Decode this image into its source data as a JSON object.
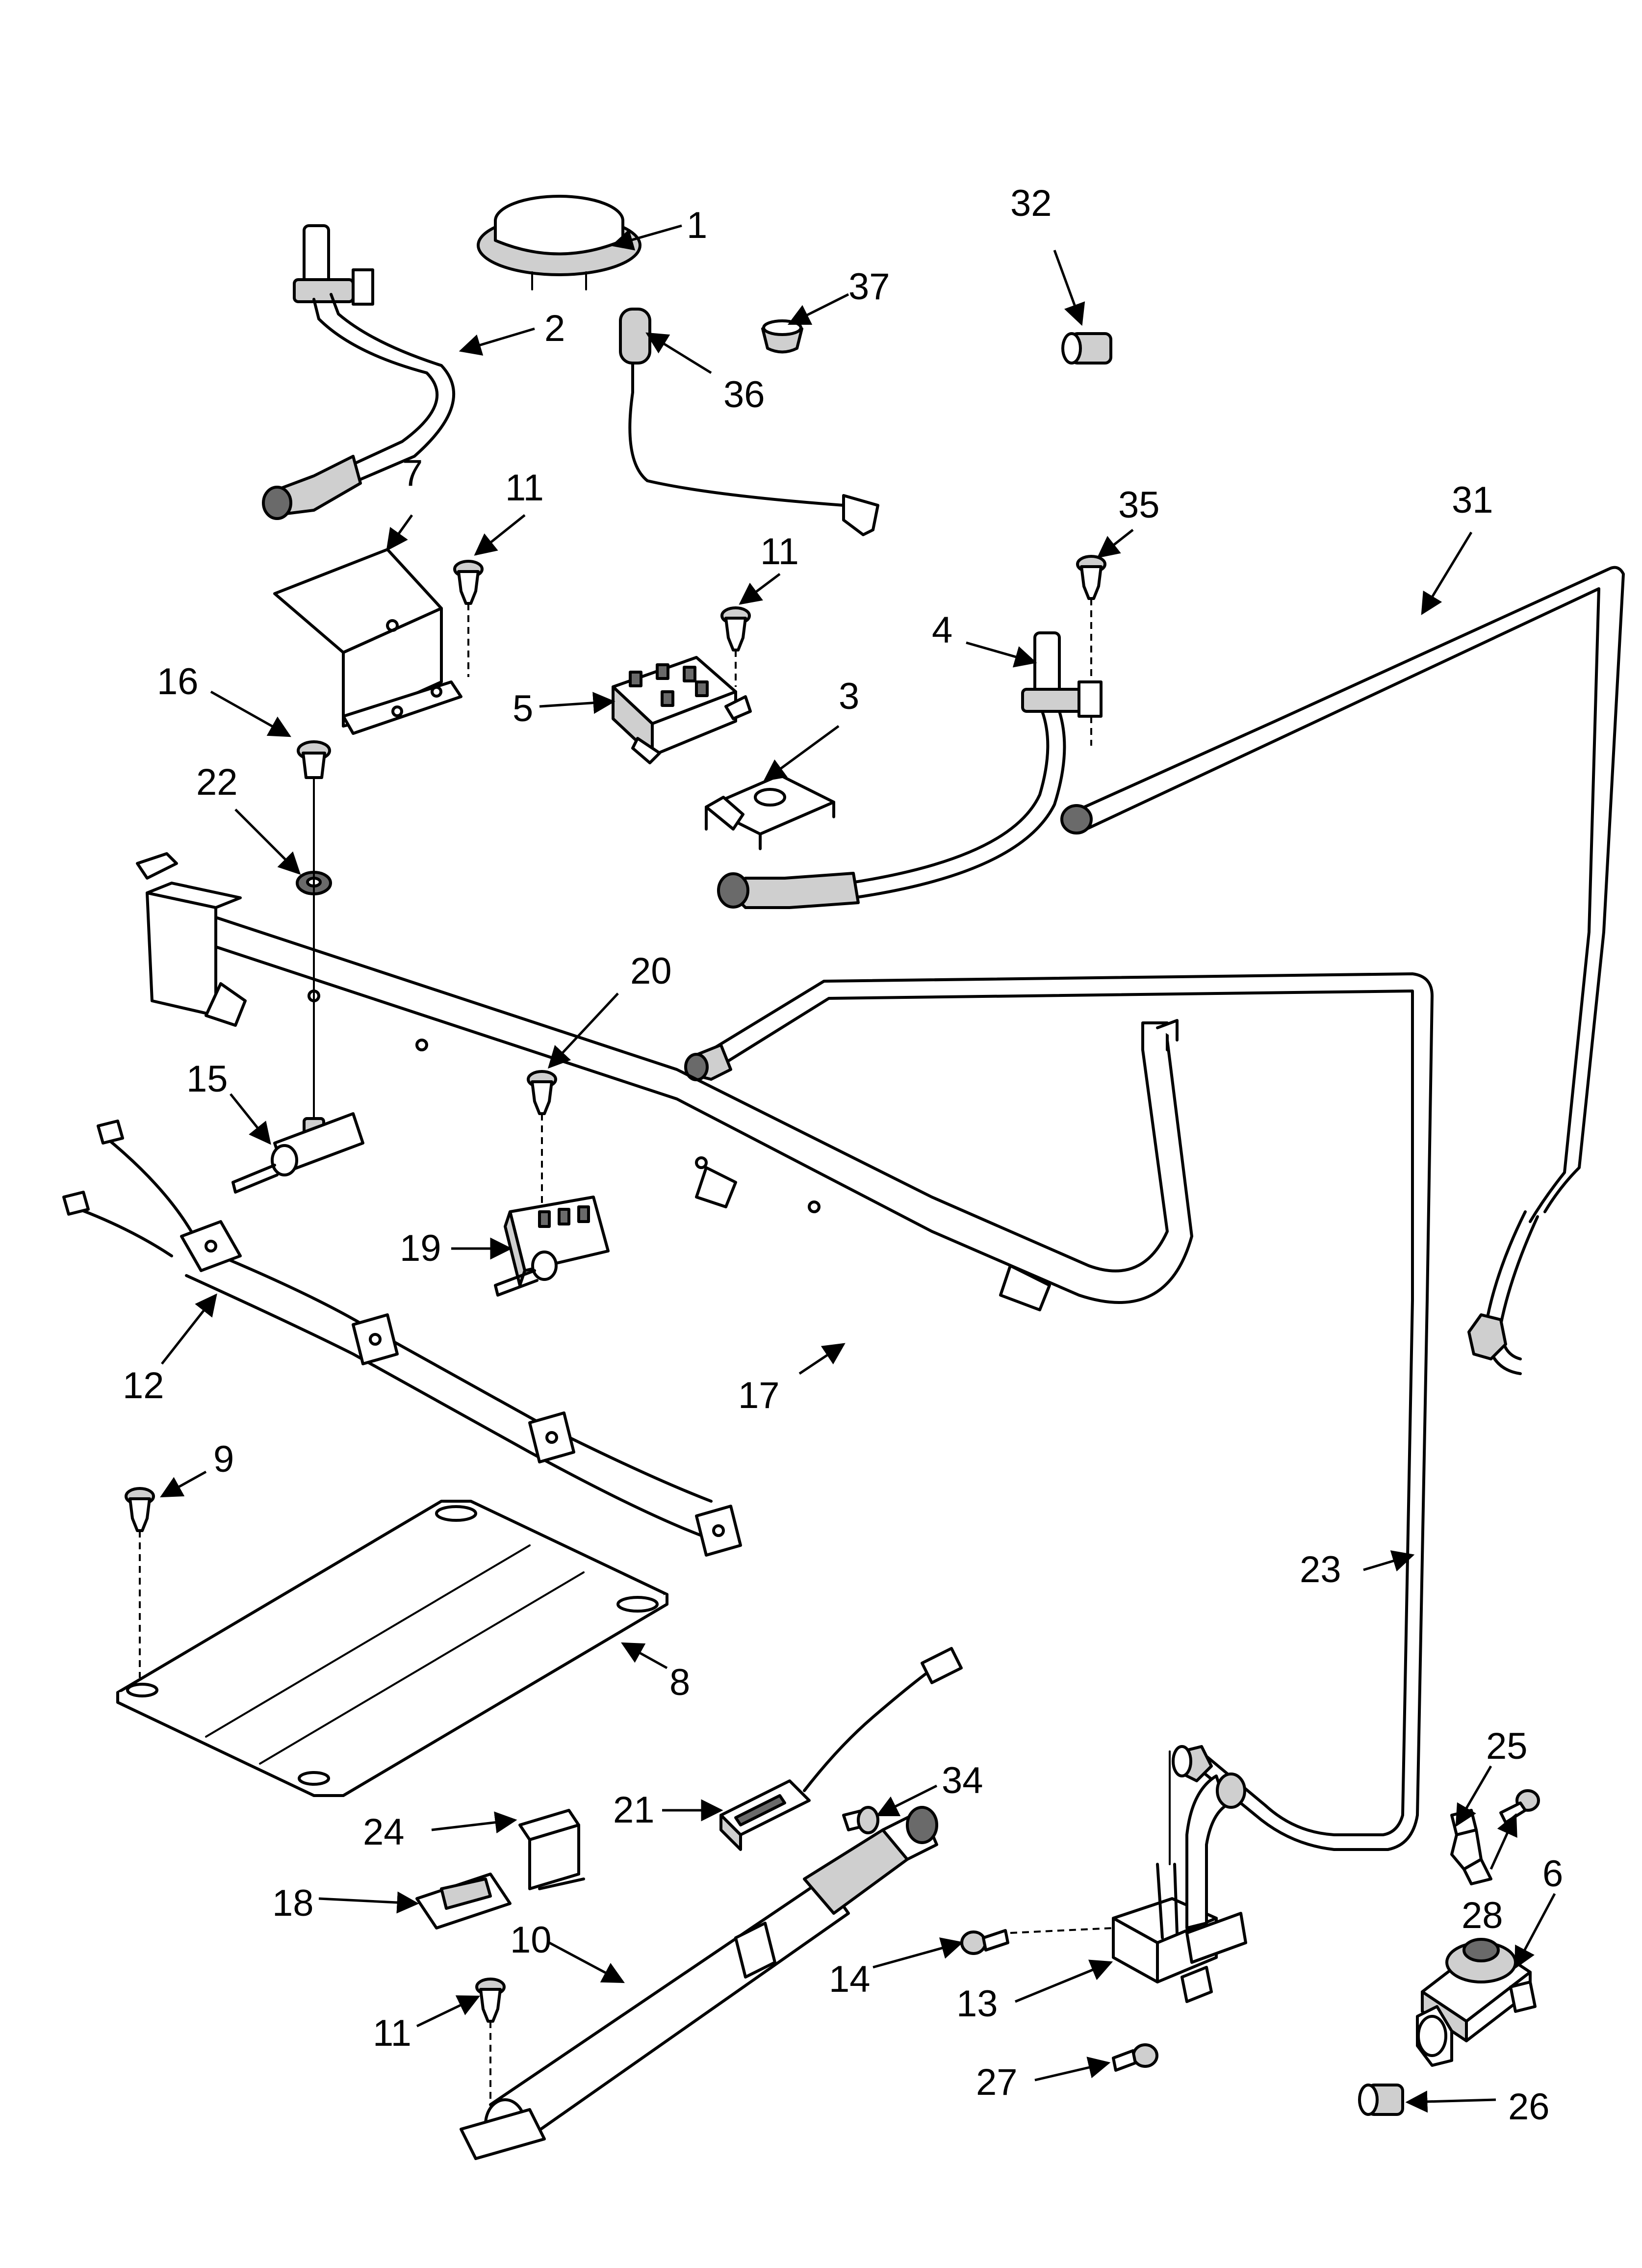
{
  "callouts": {
    "c1": "1",
    "c2": "2",
    "c3": "3",
    "c4": "4",
    "c5": "5",
    "c6": "6",
    "c7": "7",
    "c8": "8",
    "c9": "9",
    "c10": "10",
    "c11a": "11",
    "c11b": "11",
    "c11c": "11",
    "c12": "12",
    "c13": "13",
    "c14": "14",
    "c15": "15",
    "c16": "16",
    "c17": "17",
    "c18": "18",
    "c19": "19",
    "c20": "20",
    "c21": "21",
    "c22": "22",
    "c23": "23",
    "c24": "24",
    "c25": "25",
    "c26": "26",
    "c27": "27",
    "c28": "28",
    "c31": "31",
    "c32": "32",
    "c34": "34",
    "c35": "35",
    "c36": "36",
    "c37": "37"
  }
}
